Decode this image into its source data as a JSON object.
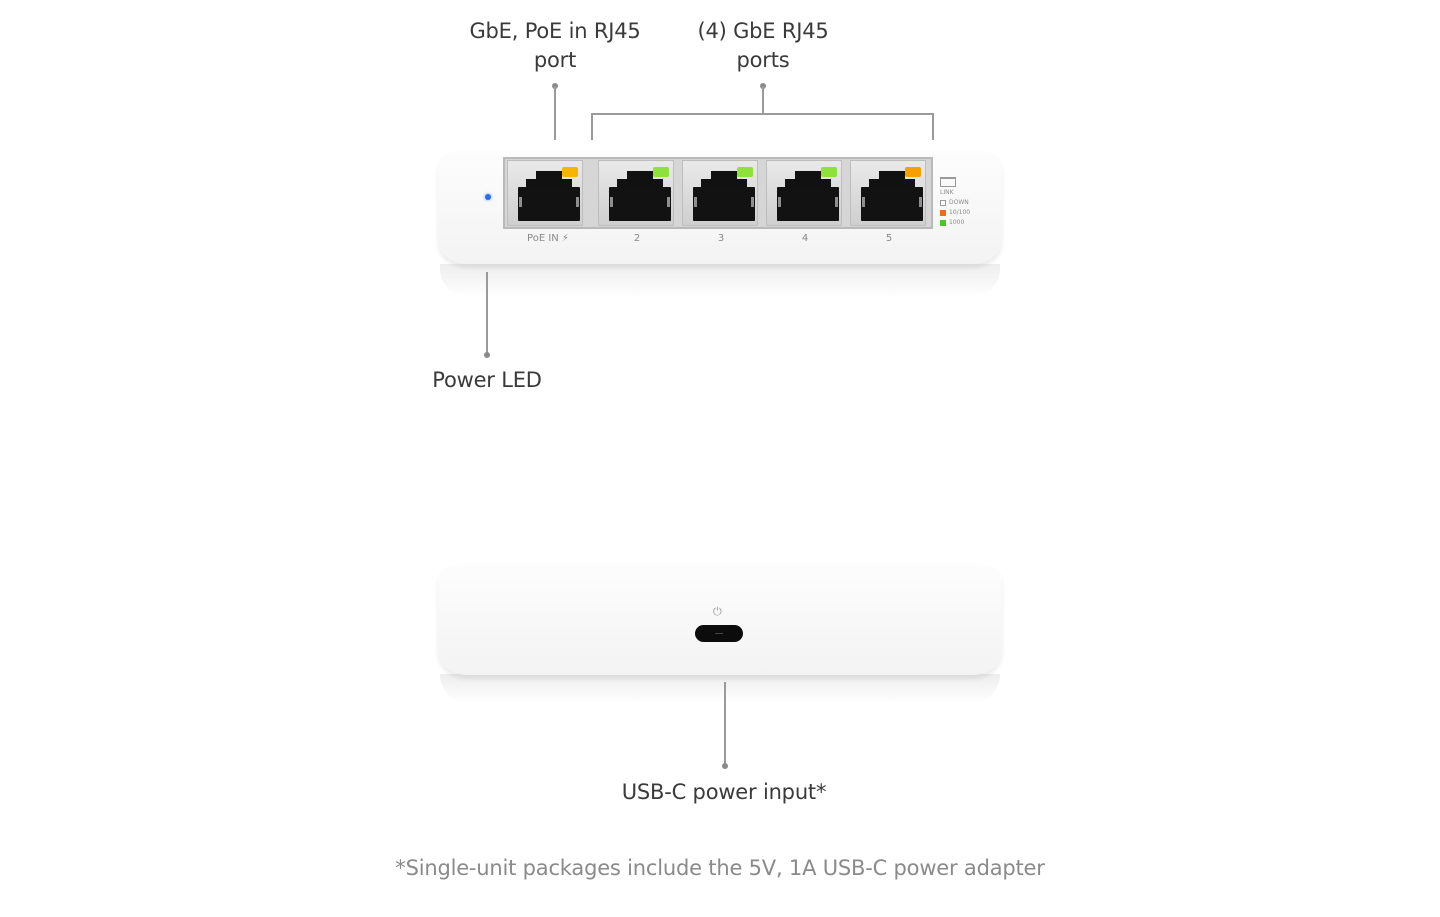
{
  "callouts": {
    "poe_port": {
      "line1": "GbE, PoE in RJ45",
      "line2": "port"
    },
    "gbe_ports": {
      "line1": "(4) GbE RJ45",
      "line2": "ports"
    },
    "power_led": "Power LED",
    "usb_c": "USB-C power input*"
  },
  "footnote": "*Single-unit packages include the 5V, 1A USB-C power adapter",
  "device_front": {
    "ports": [
      {
        "label": "PoE IN ⚡",
        "led_color": "#f5b400"
      },
      {
        "label": "2",
        "led_color": "#8ee03a"
      },
      {
        "label": "3",
        "led_color": "#8ee03a"
      },
      {
        "label": "4",
        "led_color": "#8ee03a"
      },
      {
        "label": "5",
        "led_color": "#f5a000"
      }
    ],
    "legend": {
      "title": "LINK",
      "items": [
        {
          "label": "DOWN",
          "color": "#ffffff"
        },
        {
          "label": "10/100",
          "color": "#f26b1d"
        },
        {
          "label": "1000",
          "color": "#4cc42e"
        }
      ]
    },
    "power_led_color": "#2a6ef0"
  },
  "device_back": {
    "power_symbol": "⏻"
  }
}
